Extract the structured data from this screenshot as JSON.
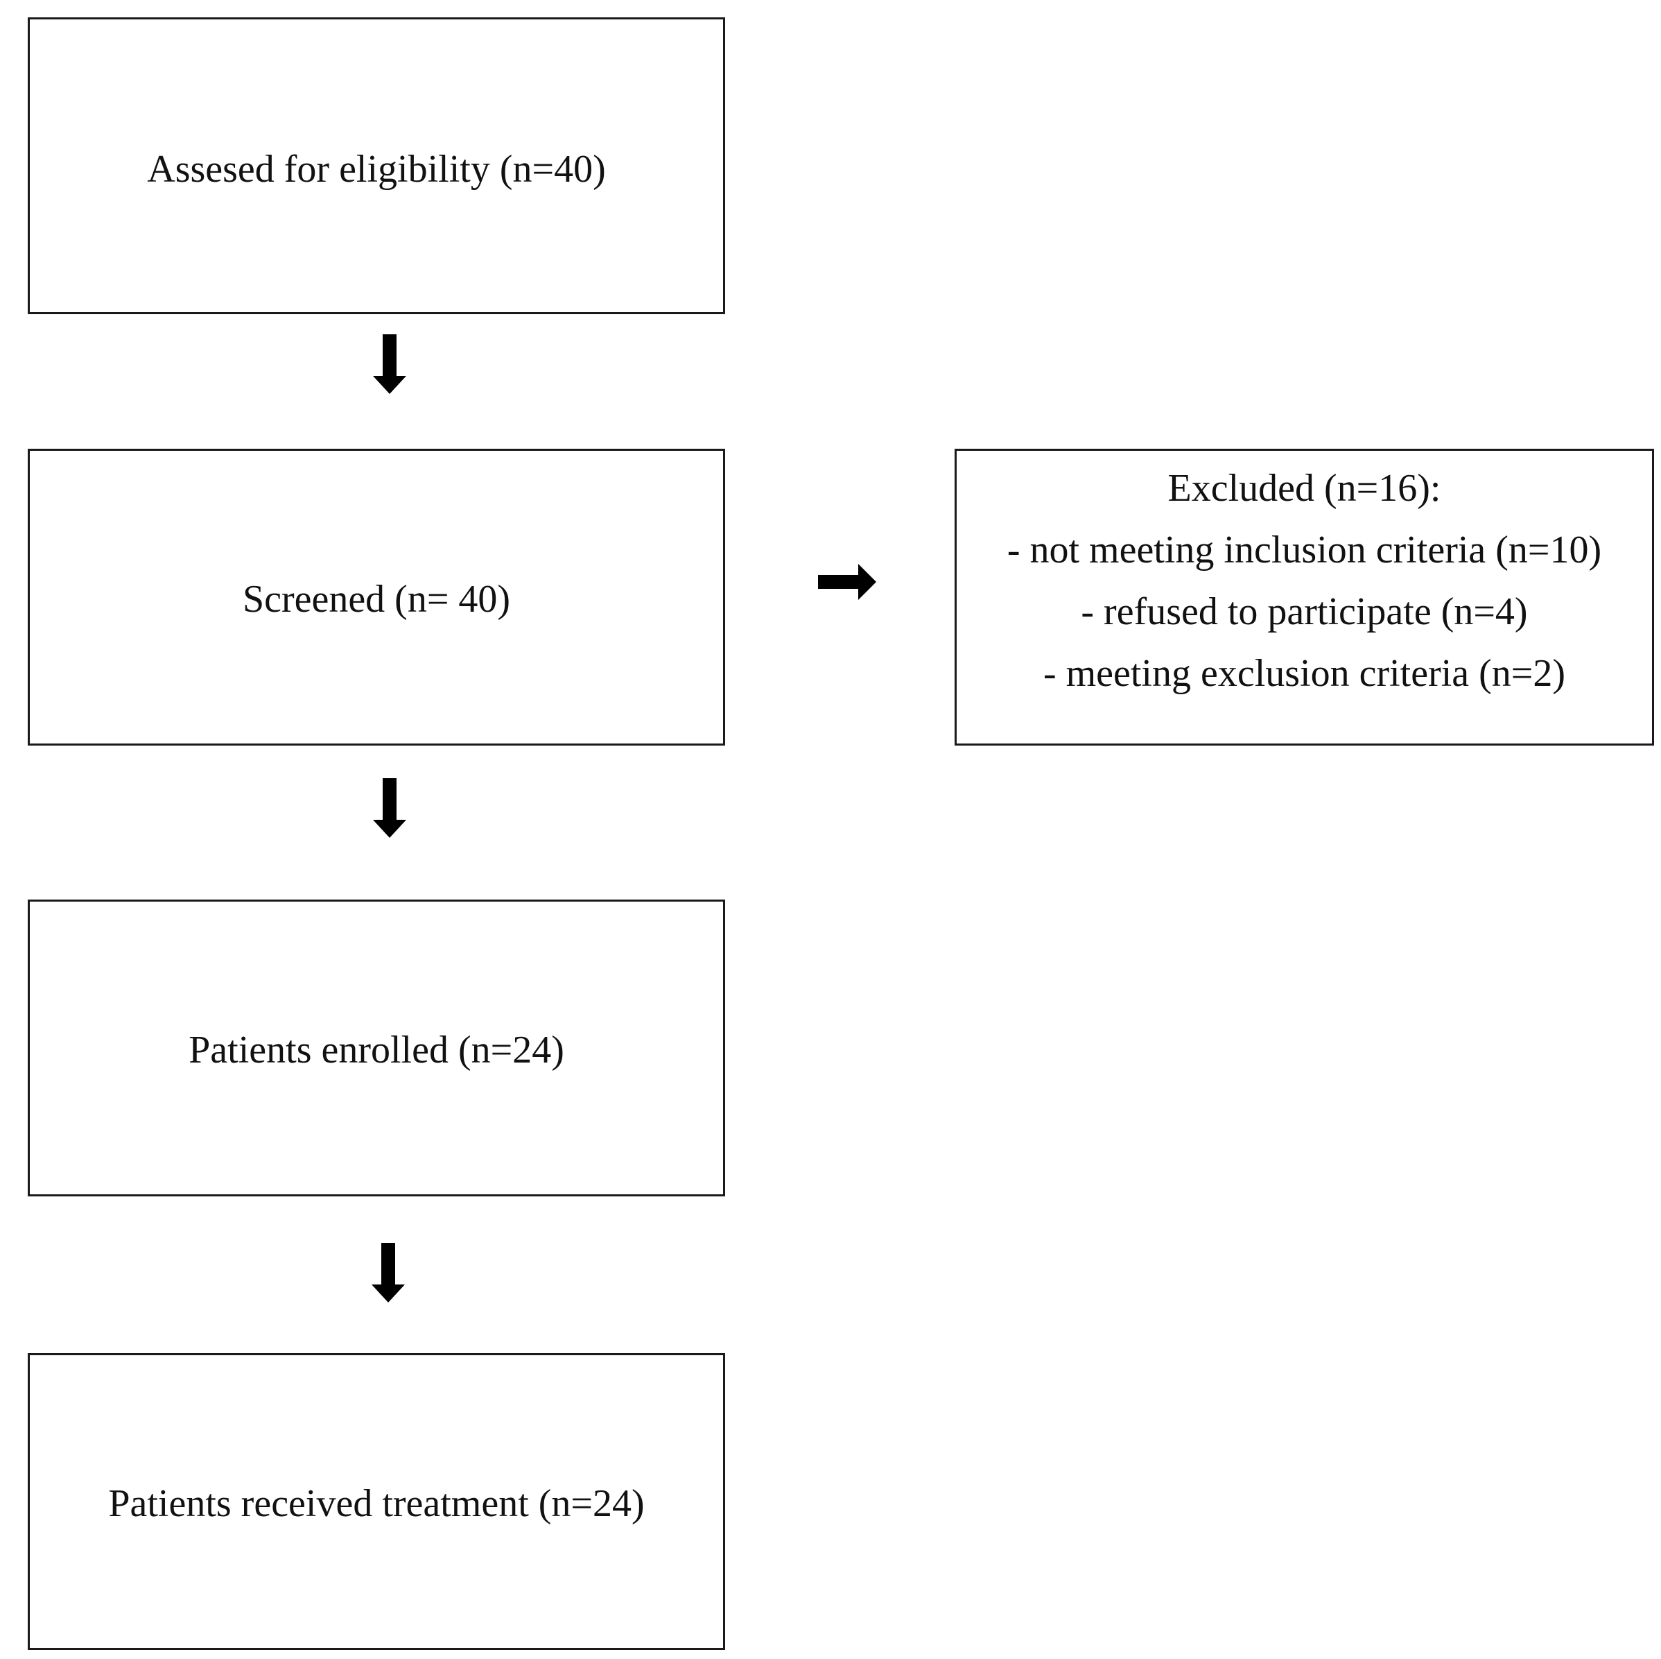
{
  "flow": {
    "assessed": "Assesed for eligibility (n=40)",
    "screened": "Screened (n= 40)",
    "enrolled": "Patients enrolled (n=24)",
    "treated": "Patients received treatment (n=24)"
  },
  "excluded": {
    "title": "Excluded (n=16):",
    "reasons": [
      "- not meeting inclusion criteria (n=10)",
      "- refused to participate (n=4)",
      "- meeting exclusion criteria (n=2)"
    ]
  },
  "colors": {
    "border": "#1a1a1a",
    "arrow": "#000000",
    "text": "#111111"
  }
}
